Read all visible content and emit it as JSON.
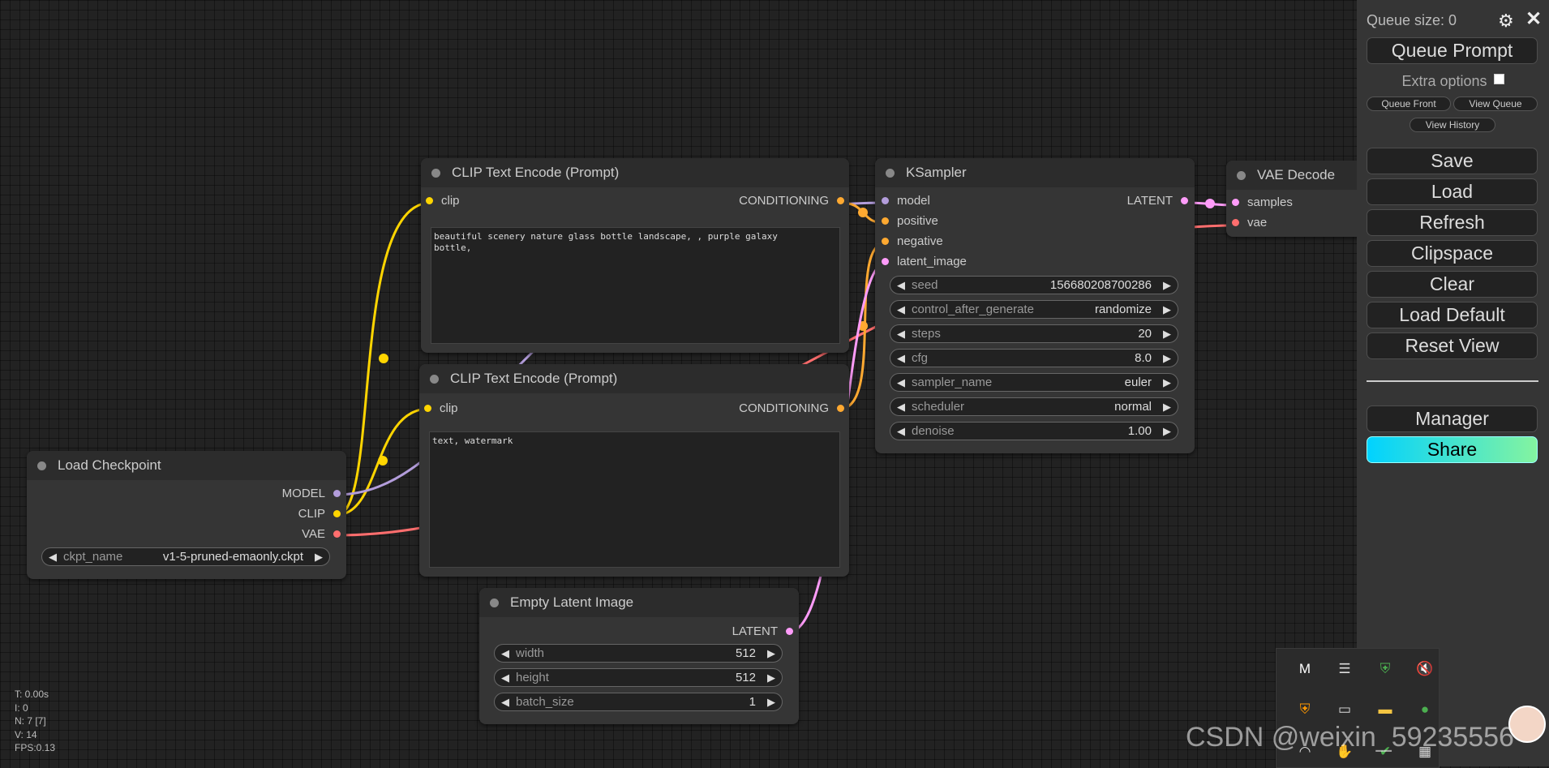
{
  "nodes": {
    "clip_pos": {
      "title": "CLIP Text Encode (Prompt)",
      "input_clip": "clip",
      "output": "CONDITIONING",
      "text": "beautiful scenery nature glass bottle landscape, , purple galaxy\nbottle,"
    },
    "clip_neg": {
      "title": "CLIP Text Encode (Prompt)",
      "input_clip": "clip",
      "output": "CONDITIONING",
      "text": "text, watermark"
    },
    "ksampler": {
      "title": "KSampler",
      "inputs": [
        "model",
        "positive",
        "negative",
        "latent_image"
      ],
      "output": "LATENT",
      "widgets": [
        {
          "name": "seed",
          "value": "156680208700286"
        },
        {
          "name": "control_after_generate",
          "value": "randomize"
        },
        {
          "name": "steps",
          "value": "20"
        },
        {
          "name": "cfg",
          "value": "8.0"
        },
        {
          "name": "sampler_name",
          "value": "euler"
        },
        {
          "name": "scheduler",
          "value": "normal"
        },
        {
          "name": "denoise",
          "value": "1.00"
        }
      ]
    },
    "vae_decode": {
      "title": "VAE Decode",
      "inputs": [
        "samples",
        "vae"
      ]
    },
    "load_checkpoint": {
      "title": "Load Checkpoint",
      "outputs": [
        "MODEL",
        "CLIP",
        "VAE"
      ],
      "widget": {
        "name": "ckpt_name",
        "value": "v1-5-pruned-emaonly.ckpt"
      }
    },
    "empty_latent": {
      "title": "Empty Latent Image",
      "output": "LATENT",
      "widgets": [
        {
          "name": "width",
          "value": "512"
        },
        {
          "name": "height",
          "value": "512"
        },
        {
          "name": "batch_size",
          "value": "1"
        }
      ]
    }
  },
  "menu": {
    "queue_size": "Queue size: 0",
    "queue_prompt": "Queue Prompt",
    "extra_options": "Extra options",
    "queue_front": "Queue Front",
    "view_queue": "View Queue",
    "view_history": "View History",
    "save": "Save",
    "load": "Load",
    "refresh": "Refresh",
    "clipspace": "Clipspace",
    "clear": "Clear",
    "load_default": "Load Default",
    "reset_view": "Reset View",
    "manager": "Manager",
    "share": "Share"
  },
  "stats": {
    "t": "T: 0.00s",
    "i": "I: 0",
    "n": "N: 7 [7]",
    "v": "V: 14",
    "fps": "FPS:0.13"
  },
  "watermark": "CSDN @weixin_59235556",
  "colors": {
    "model": "#b39ddb",
    "clip": "#ffd500",
    "vae": "#ff6e6e",
    "conditioning": "#ffa931",
    "latent": "#ff9cf9",
    "share_gradient_start": "#00d2ff",
    "share_gradient_end": "#84f4a0"
  },
  "tray_icons": [
    "mcafee-icon",
    "list-icon",
    "shield-icon",
    "mute-icon",
    "security-icon",
    "battery-icon",
    "folder-icon",
    "wechat-icon",
    "wifi-icon",
    "hand-icon",
    "check-icon",
    "grid-icon"
  ]
}
